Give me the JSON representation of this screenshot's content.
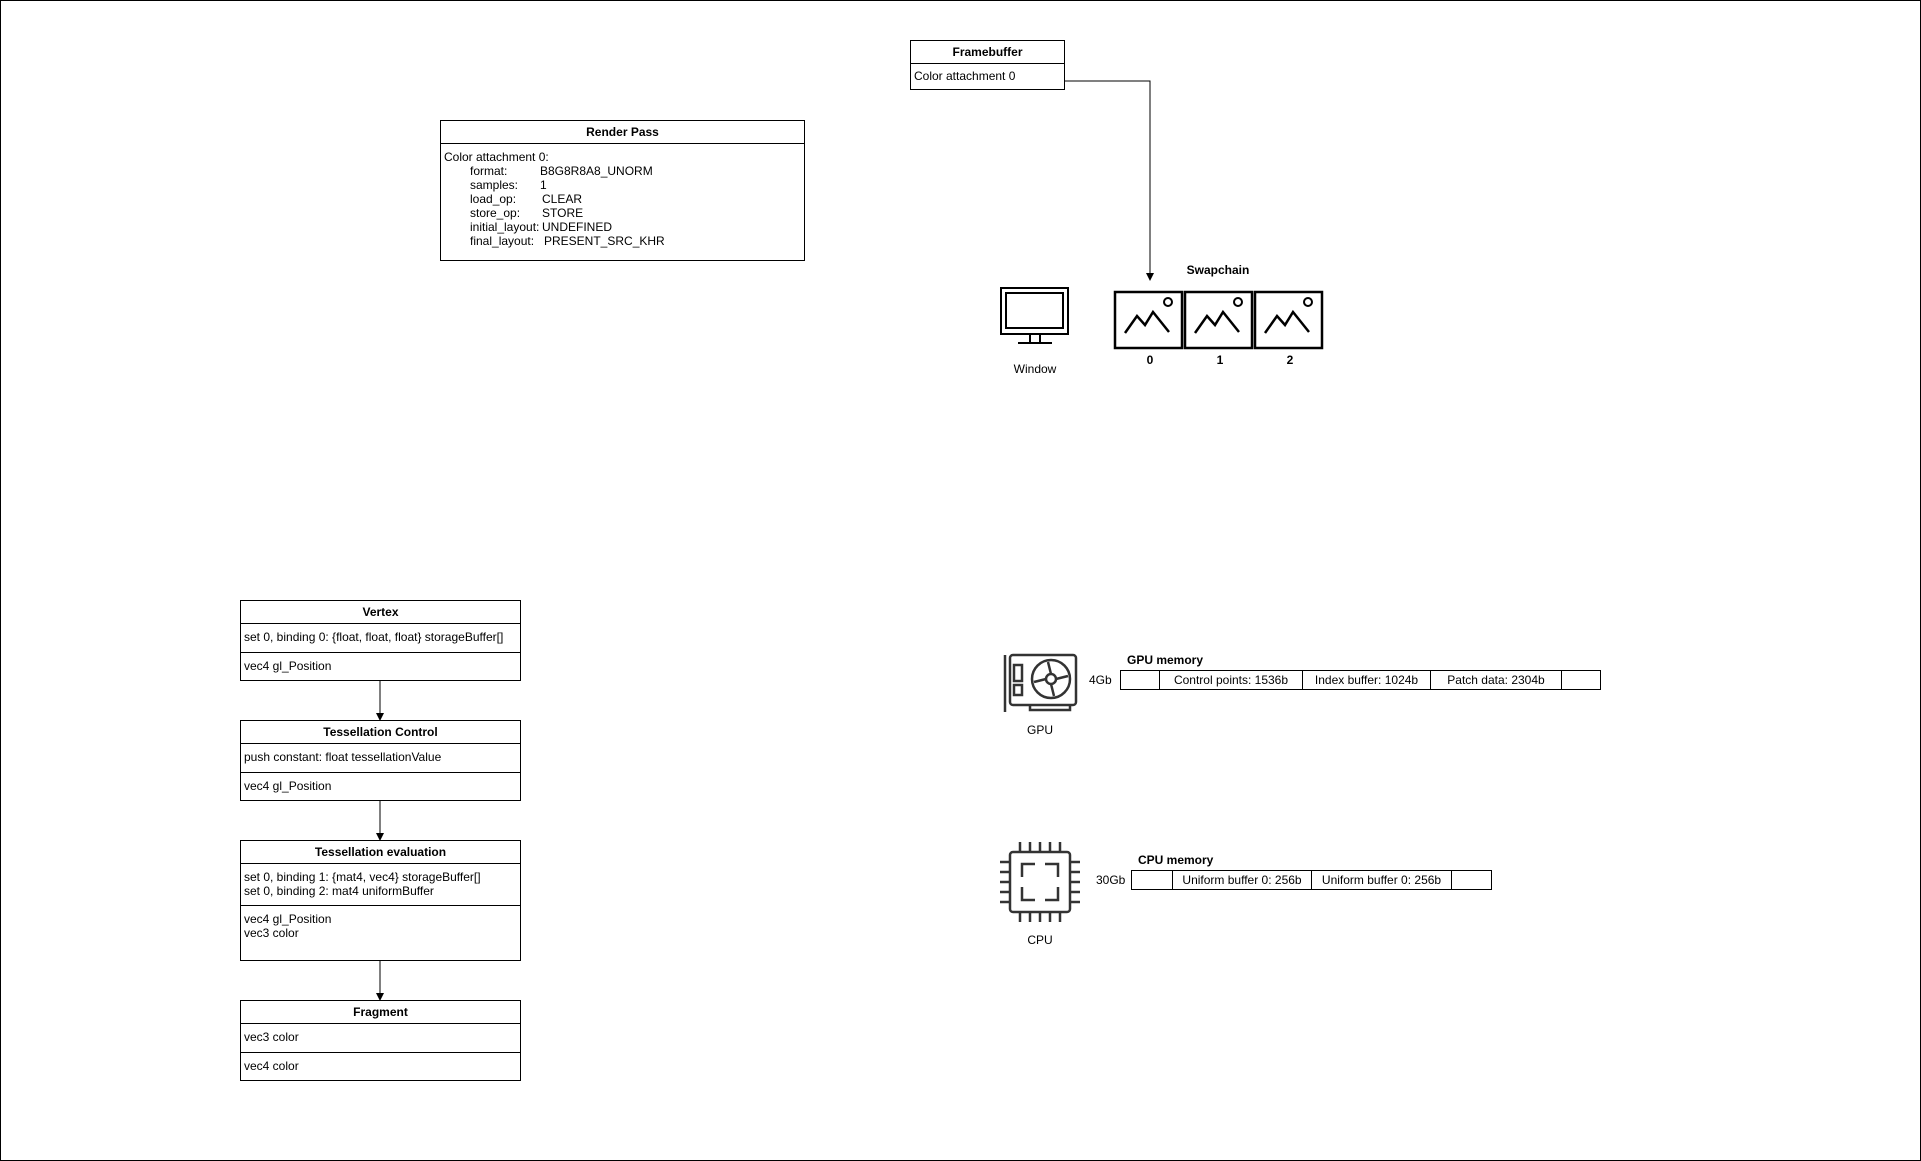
{
  "render_pass": {
    "title": "Render Pass",
    "heading": "Color attachment 0:",
    "fields": [
      {
        "key": "format:",
        "value": "B8G8R8A8_UNORM"
      },
      {
        "key": "samples:",
        "value": "1"
      },
      {
        "key": "load_op:",
        "value": "CLEAR"
      },
      {
        "key": "store_op:",
        "value": "STORE"
      },
      {
        "key": "initial_layout:",
        "value": "UNDEFINED"
      },
      {
        "key": "final_layout:",
        "value": "PRESENT_SRC_KHR"
      }
    ]
  },
  "framebuffer": {
    "title": "Framebuffer",
    "attachment": "Color attachment 0"
  },
  "swapchain": {
    "title": "Swapchain",
    "images": [
      "0",
      "1",
      "2"
    ]
  },
  "window": {
    "label": "Window",
    "icon": "monitor-icon"
  },
  "pipeline": {
    "vertex": {
      "title": "Vertex",
      "inputs": [
        "set 0, binding 0: {float, float, float} storageBuffer[]"
      ],
      "outputs": [
        "vec4 gl_Position"
      ]
    },
    "tess_control": {
      "title": "Tessellation Control",
      "inputs": [
        "push constant: float tessellationValue"
      ],
      "outputs": [
        "vec4 gl_Position"
      ]
    },
    "tess_eval": {
      "title": "Tessellation evaluation",
      "inputs": [
        "set 0, binding 1: {mat4, vec4} storageBuffer[]",
        "set 0, binding 2: mat4 uniformBuffer"
      ],
      "outputs": [
        "vec4 gl_Position",
        "vec3 color"
      ]
    },
    "fragment": {
      "title": "Fragment",
      "inputs": [
        "vec3 color"
      ],
      "outputs": [
        "vec4 color"
      ]
    }
  },
  "gpu": {
    "label": "GPU",
    "icon": "graphics-card-icon",
    "memory_title": "GPU memory",
    "size": "4Gb",
    "segments": [
      "",
      "Control points: 1536b",
      "Index buffer: 1024b",
      "Patch data: 2304b",
      ""
    ]
  },
  "cpu": {
    "label": "CPU",
    "icon": "cpu-chip-icon",
    "memory_title": "CPU memory",
    "size": "30Gb",
    "segments": [
      "",
      "Uniform buffer 0: 256b",
      "Uniform buffer 0: 256b",
      ""
    ]
  }
}
